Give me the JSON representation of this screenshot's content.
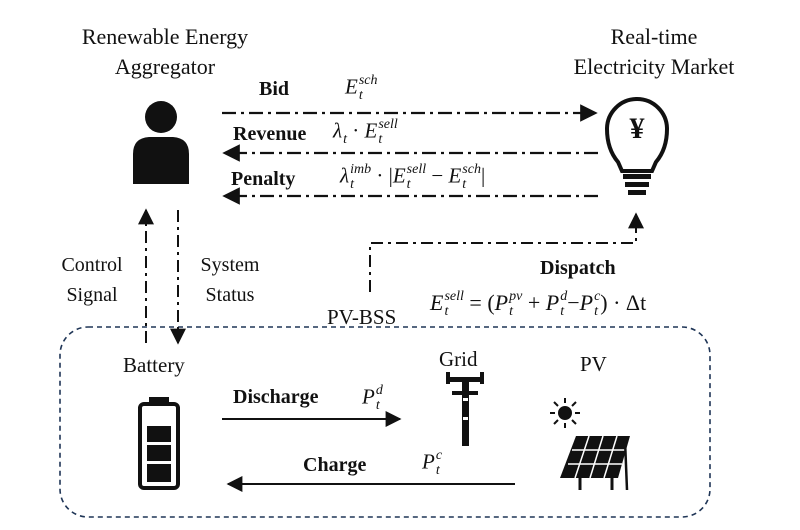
{
  "nodes": {
    "aggregator": "Renewable Energy\nAggregator",
    "market": "Real-time\nElectricity Market",
    "pv_bss": "PV-BSS",
    "battery": "Battery",
    "grid": "Grid",
    "pv": "PV"
  },
  "edges": {
    "bid": "Bid",
    "revenue": "Revenue",
    "penalty": "Penalty",
    "dispatch": "Dispatch",
    "control_signal": "Control\nSignal",
    "system_status": "System\nStatus",
    "discharge": "Discharge",
    "charge": "Charge"
  },
  "math": {
    "bid": {
      "base": "E",
      "sub": "t",
      "sup": "sch"
    },
    "revenue": {
      "lambda_sub": "t",
      "dot": "·",
      "base": "E",
      "sub": "t",
      "sup": "sell"
    },
    "penalty": {
      "lambda_sub": "t",
      "lambda_sup": "imb",
      "dot": "·",
      "e1_sub": "t",
      "e1_sup": "sell",
      "minus": "−",
      "e2_sub": "t",
      "e2_sup": "sch"
    },
    "dispatch": {
      "lhs_sub": "t",
      "lhs_sup": "sell",
      "p1_sub": "t",
      "p1_sup": "pv",
      "plus": "+",
      "p2_sub": "t",
      "p2_sup": "d",
      "minus": "−",
      "p3_sub": "t",
      "p3_sup": "c",
      "tail": ") · Δt"
    },
    "discharge": {
      "base": "P",
      "sub": "t",
      "sup": "d"
    },
    "charge": {
      "base": "P",
      "sub": "t",
      "sup": "c"
    }
  },
  "icons": {
    "currency": "¥"
  },
  "colors": {
    "accent_red": "#d9302f",
    "ink": "#111111",
    "frame": "#1f3556"
  }
}
